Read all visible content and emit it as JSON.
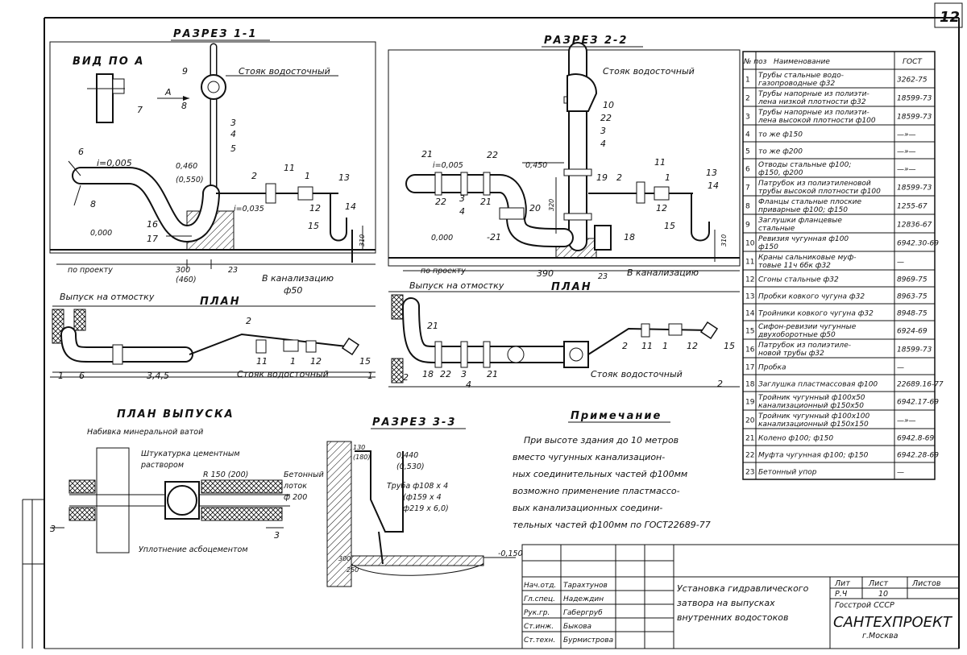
{
  "sheet_number": "12",
  "sections": {
    "s11": "РАЗРЕЗ 1-1",
    "s22": "РАЗРЕЗ 2-2",
    "s33": "РАЗРЕЗ 3-3",
    "plan1": "ПЛАН",
    "plan2": "ПЛАН",
    "plan_vypuska": "ПЛАН ВЫПУСКА",
    "vid_po_a": "ВИД ПО А"
  },
  "labels": {
    "stoyak1": "Стояк водосточный",
    "stoyak2": "Стояк водосточный",
    "stoyak3": "Стояк водосточный",
    "stoyak4": "Стояк водосточный",
    "po_proektu1": "по проекту",
    "po_proektu2": "по проекту",
    "v_kanal1": "В канализацию",
    "v_kanal1_d": "ф50",
    "v_kanal2": "В канализацию",
    "vypusk1": "Выпуск на отмостку",
    "vypusk2": "Выпуск на отмостку",
    "i1": "i=0,005",
    "i2": "i=0,035",
    "i3": "i=0,005",
    "e460": "0,460",
    "e550": "(0,550)",
    "e450": "0,450",
    "e000a": "0,000",
    "e000b": "0,000",
    "d300": "300",
    "d460": "(460)",
    "d23a": "23",
    "d390": "390",
    "d23b": "23",
    "d310a": "310",
    "d310b": "310",
    "d320": "320",
    "nabivka": "Набивка минеральной ватой",
    "shtukaturka1": "Штукатурка цементным",
    "shtukaturka2": "раствором",
    "r150": "R 150 (200)",
    "beton1": "Бетонный",
    "beton2": "лоток",
    "beton3": "ф 200",
    "uplotnenie": "Уплотнение асбоцементом",
    "s3_130": "130",
    "s3_180": "(180)",
    "s3_440": "0,440",
    "s3_530": "(0,530)",
    "truba1": "Труба ф108 х 4",
    "truba2": "(ф159 х 4",
    "truba3": "ф219 х 6,0)",
    "s3_300": "300",
    "s3_250": "250",
    "s3_150": "-0,150",
    "mark3a": "3",
    "mark3b": "3",
    "mark1a": "1",
    "mark1b": "1",
    "mark2a": "2",
    "mark2b": "2"
  },
  "callouts": {
    "c1": "1",
    "c2": "2",
    "c3": "3",
    "c4": "4",
    "c5": "5",
    "c6": "6",
    "c7": "7",
    "c8": "8",
    "c9": "9",
    "c11": "11",
    "c12": "12",
    "c13": "13",
    "c14": "14",
    "c15": "15",
    "c16": "16",
    "c17": "17",
    "c345": "3,4,5",
    "a": "А",
    "b8": "8",
    "r2_21a": "21",
    "r2_22a": "22",
    "r2_22b": "22",
    "r2_3": "3",
    "r2_4": "4",
    "r2_21b": "21",
    "r2_20": "20",
    "r2_21c": "-21",
    "r2_18": "18",
    "r2_10": "10",
    "r2_22c": "22",
    "r2_3b": "3",
    "r2_4b": "4",
    "r2_19": "19",
    "r2_2": "2",
    "r2_11": "11",
    "r2_1": "1",
    "r2_12": "12",
    "r2_13": "13",
    "r2_14": "14",
    "r2_15": "15",
    "p2_21a": "21",
    "p2_18": "18",
    "p2_22": "22",
    "p2_3": "3",
    "p2_4": "4",
    "p2_21b": "21",
    "p2_2": "2",
    "p2_11": "11",
    "p2_1": "1",
    "p2_12": "12",
    "p2_15": "15",
    "p1_6": "6",
    "p1_2": "2",
    "p1_11": "11",
    "p1_1": "1",
    "p1_12": "12",
    "p1_15": "15"
  },
  "note": {
    "title": "Примечание",
    "lines": [
      "При высоте здания до 10 метров",
      "вместо чугунных канализацион-",
      "ных соединительных частей ф100мм",
      "возможно применение пластмассо-",
      "вых канализационных соедини-",
      "тельных частей ф100мм по ГОСТ22689-77"
    ]
  },
  "spec_table": {
    "headers": [
      "№ поз",
      "Наименование",
      "ГОСТ"
    ],
    "rows": [
      {
        "n": "1",
        "name": [
          "Трубы стальные водо-",
          "газопроводные      ф32"
        ],
        "gost": "3262-75"
      },
      {
        "n": "2",
        "name": [
          "Трубы напорные из полиэти-",
          "лена низкой плотности ф32"
        ],
        "gost": "18599-73"
      },
      {
        "n": "3",
        "name": [
          "Трубы напорные из полиэти-",
          "лена высокой плотности ф100"
        ],
        "gost": "18599-73"
      },
      {
        "n": "4",
        "name": [
          "то же          ф150"
        ],
        "gost": "—»—"
      },
      {
        "n": "5",
        "name": [
          "то же          ф200"
        ],
        "gost": "—»—"
      },
      {
        "n": "6",
        "name": [
          "Отводы стальные ф100;",
          "ф150,  ф200"
        ],
        "gost": "—»—"
      },
      {
        "n": "7",
        "name": [
          "Патрубок из полиэтиленовой",
          "трубы высокой плотности ф100"
        ],
        "gost": "18599-73"
      },
      {
        "n": "8",
        "name": [
          "Фланцы стальные плоские",
          "приварные ф100; ф150"
        ],
        "gost": "1255-67"
      },
      {
        "n": "9",
        "name": [
          "Заглушки фланцевые",
          "стальные"
        ],
        "gost": "12836-67"
      },
      {
        "n": "10",
        "name": [
          "Ревизия чугунная ф100",
          "ф150"
        ],
        "gost": "6942.30-69"
      },
      {
        "n": "11",
        "name": [
          "Краны сальниковые муф-",
          "товые 11ч 6бк   ф32"
        ],
        "gost": "—"
      },
      {
        "n": "12",
        "name": [
          "Сгоны стальные    ф32"
        ],
        "gost": "8969-75"
      },
      {
        "n": "13",
        "name": [
          "Пробки ковкого чугуна ф32"
        ],
        "gost": "8963-75"
      },
      {
        "n": "14",
        "name": [
          "Тройники ковкого чугуна ф32"
        ],
        "gost": "8948-75"
      },
      {
        "n": "15",
        "name": [
          "Сифон-ревизии чугунные",
          "двухоборотные    ф50"
        ],
        "gost": "6924-69"
      },
      {
        "n": "16",
        "name": [
          "Патрубок из полиэтиле-",
          "новой трубы     ф32"
        ],
        "gost": "18599-73"
      },
      {
        "n": "17",
        "name": [
          "Пробка"
        ],
        "gost": "—"
      },
      {
        "n": "18",
        "name": [
          "Заглушка пластмассовая ф100"
        ],
        "gost": "22689.16-77"
      },
      {
        "n": "19",
        "name": [
          "Тройник чугунный ф100х50",
          "канализационный ф150х50"
        ],
        "gost": "6942.17-69"
      },
      {
        "n": "20",
        "name": [
          "Тройник чугунный ф100х100",
          "канализационный ф150х150"
        ],
        "gost": "—»—"
      },
      {
        "n": "21",
        "name": [
          "Колено     ф100; ф150"
        ],
        "gost": "6942.8-69"
      },
      {
        "n": "22",
        "name": [
          "Муфта чугунная ф100; ф150"
        ],
        "gost": "6942.28-69"
      },
      {
        "n": "23",
        "name": [
          "Бетонный упор"
        ],
        "gost": "—"
      }
    ]
  },
  "title_block": {
    "staff": [
      {
        "role": "Нач.отд.",
        "name": "Тарахтунов"
      },
      {
        "role": "Гл.спец.",
        "name": "Надеждин"
      },
      {
        "role": "Рук.гр.",
        "name": "Габергруб"
      },
      {
        "role": "Ст.инж.",
        "name": "Быкова"
      },
      {
        "role": "Ст.техн.",
        "name": "Бурмистрова"
      }
    ],
    "title_lines": [
      "Установка гидравлического",
      "затвора на выпусках",
      "внутренних водостоков"
    ],
    "lit_label": "Лит",
    "lit_value": "Р.Ч",
    "list_label": "Лист",
    "list_value": "10",
    "listov_label": "Листов",
    "org1": "Госстрой         СССР",
    "org2": "САНТЕХПРОЕКТ",
    "org3": "г.Москва"
  }
}
